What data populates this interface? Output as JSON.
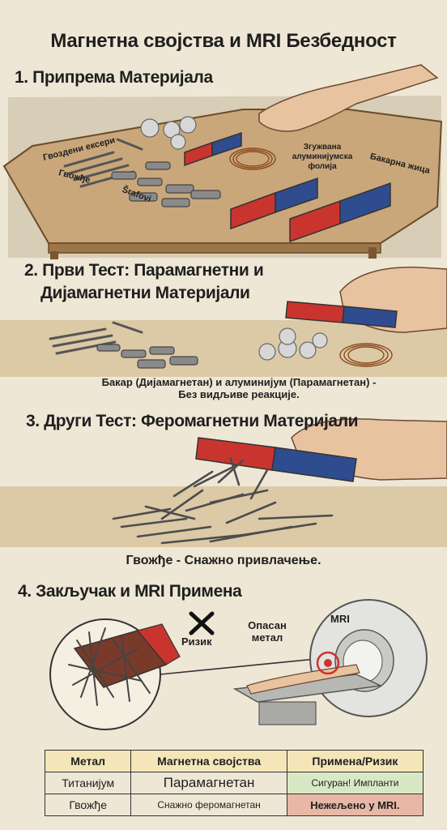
{
  "title": "Магнетна својства и MRI Безбедност",
  "sections": {
    "s1": "1. Припрема Материјала",
    "s2_line1": "2. Први Тест: Парамагнетни и",
    "s2_line2": "Дијамагнетни Материјали",
    "s3": "3. Други Тест: Феромагнетни Материјали",
    "s4": "4. Закључак и MRI Примена"
  },
  "labels": {
    "iron_nails": "Гвоздени ексери",
    "iron": "Гвожђе",
    "screws": "Šrafovi",
    "foil_line1": "Згужвана",
    "foil_line2": "алуминијумска",
    "foil_line3": "фолија",
    "copper_wire": "Бакарна жица",
    "risk": "Ризик",
    "danger_line1": "Опасан",
    "danger_line2": "метал",
    "mri": "MRI"
  },
  "captions": {
    "test1_line1": "Бакар (Дијамагнетан) и алуминијум (Парамагнетан) -",
    "test1_line2": "Без видљиве реакције.",
    "test2": "Гвожђе - Снажно привлачење."
  },
  "table": {
    "headers": [
      "Метал",
      "Магнетна својства",
      "Примена/Ризик"
    ],
    "rows": [
      [
        "Титанијум",
        "Парамагнетан",
        "Сигуран! Импланти"
      ],
      [
        "Гвожђе",
        "Снажно феромагнетан",
        "Нежељено у MRI."
      ]
    ]
  },
  "colors": {
    "header_bg": "#f4e6b8",
    "safe_bg": "#d9e8c4",
    "risk_bg": "#e8b7a6",
    "magnet_red": "#c9352e",
    "magnet_blue": "#2f4c8f"
  }
}
